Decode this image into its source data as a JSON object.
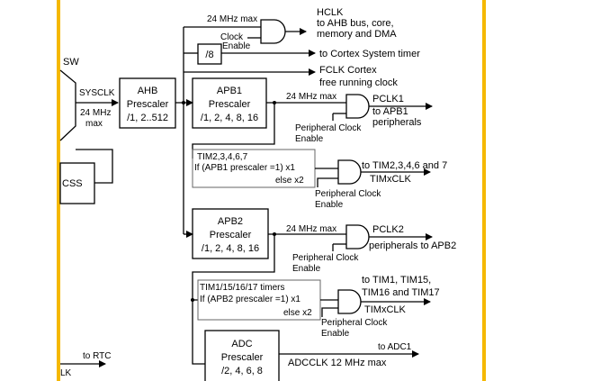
{
  "colors": {
    "frame": "#f5b800",
    "line": "#000000",
    "box_border": "#666666",
    "background": "#ffffff"
  },
  "top": {
    "max24_top": "24 MHz max",
    "hclk": "HCLK",
    "hclk_l2": "to AHB bus, core,",
    "hclk_l3": "memory and DMA",
    "clock": "Clock",
    "enable": "Enable",
    "div8": "/8",
    "cortex_timer": "to Cortex System timer",
    "fclk": "FCLK Cortex",
    "fclk_l2": "free running clock"
  },
  "left": {
    "sw": "SW",
    "sysclk": "SYSCLK",
    "max24": "24 MHz",
    "max": "max",
    "css": "CSS",
    "to_rtc": "to RTC",
    "lk": "LK"
  },
  "ahb": {
    "l1": "AHB",
    "l2": "Prescaler",
    "l3": "/1, 2..512"
  },
  "apb1": {
    "l1": "APB1",
    "l2": "Prescaler",
    "l3": "/1, 2, 4, 8, 16",
    "max": "24 MHz max",
    "pclk": "PCLK1",
    "pclk_l2": "to APB1",
    "pclk_l3": "peripherals",
    "pce1": "Peripheral Clock",
    "pce2": "Enable"
  },
  "tim_apb1": {
    "l1": "TIM2,3,4,6,7",
    "l2": "If (APB1 prescaler =1) x1",
    "l3": "else  x2",
    "out1": "to TIM2,3,4,6 and 7",
    "out2": "TIMxCLK",
    "pce1": "Peripheral Clock",
    "pce2": "Enable"
  },
  "apb2": {
    "l1": "APB2",
    "l2": "Prescaler",
    "l3": "/1, 2, 4, 8, 16",
    "max": "24 MHz max",
    "pclk": "PCLK2",
    "pclk_l2": "peripherals to APB2",
    "pce1": "Peripheral Clock",
    "pce2": "Enable"
  },
  "tim_apb2": {
    "l1": "TIM1/15/16/17 timers",
    "l2": "If (APB2 prescaler =1) x1",
    "l3": "else x2",
    "out1": "to TIM1, TIM15,",
    "out2": "TIM16 and TIM17",
    "out3": "TIMxCLK",
    "pce1": "Peripheral Clock",
    "pce2": "Enable"
  },
  "adc": {
    "l1": "ADC",
    "l2": "Prescaler",
    "l3": "/2, 4, 6, 8",
    "to": "to ADC1",
    "clk": "ADCCLK 12 MHz max"
  }
}
